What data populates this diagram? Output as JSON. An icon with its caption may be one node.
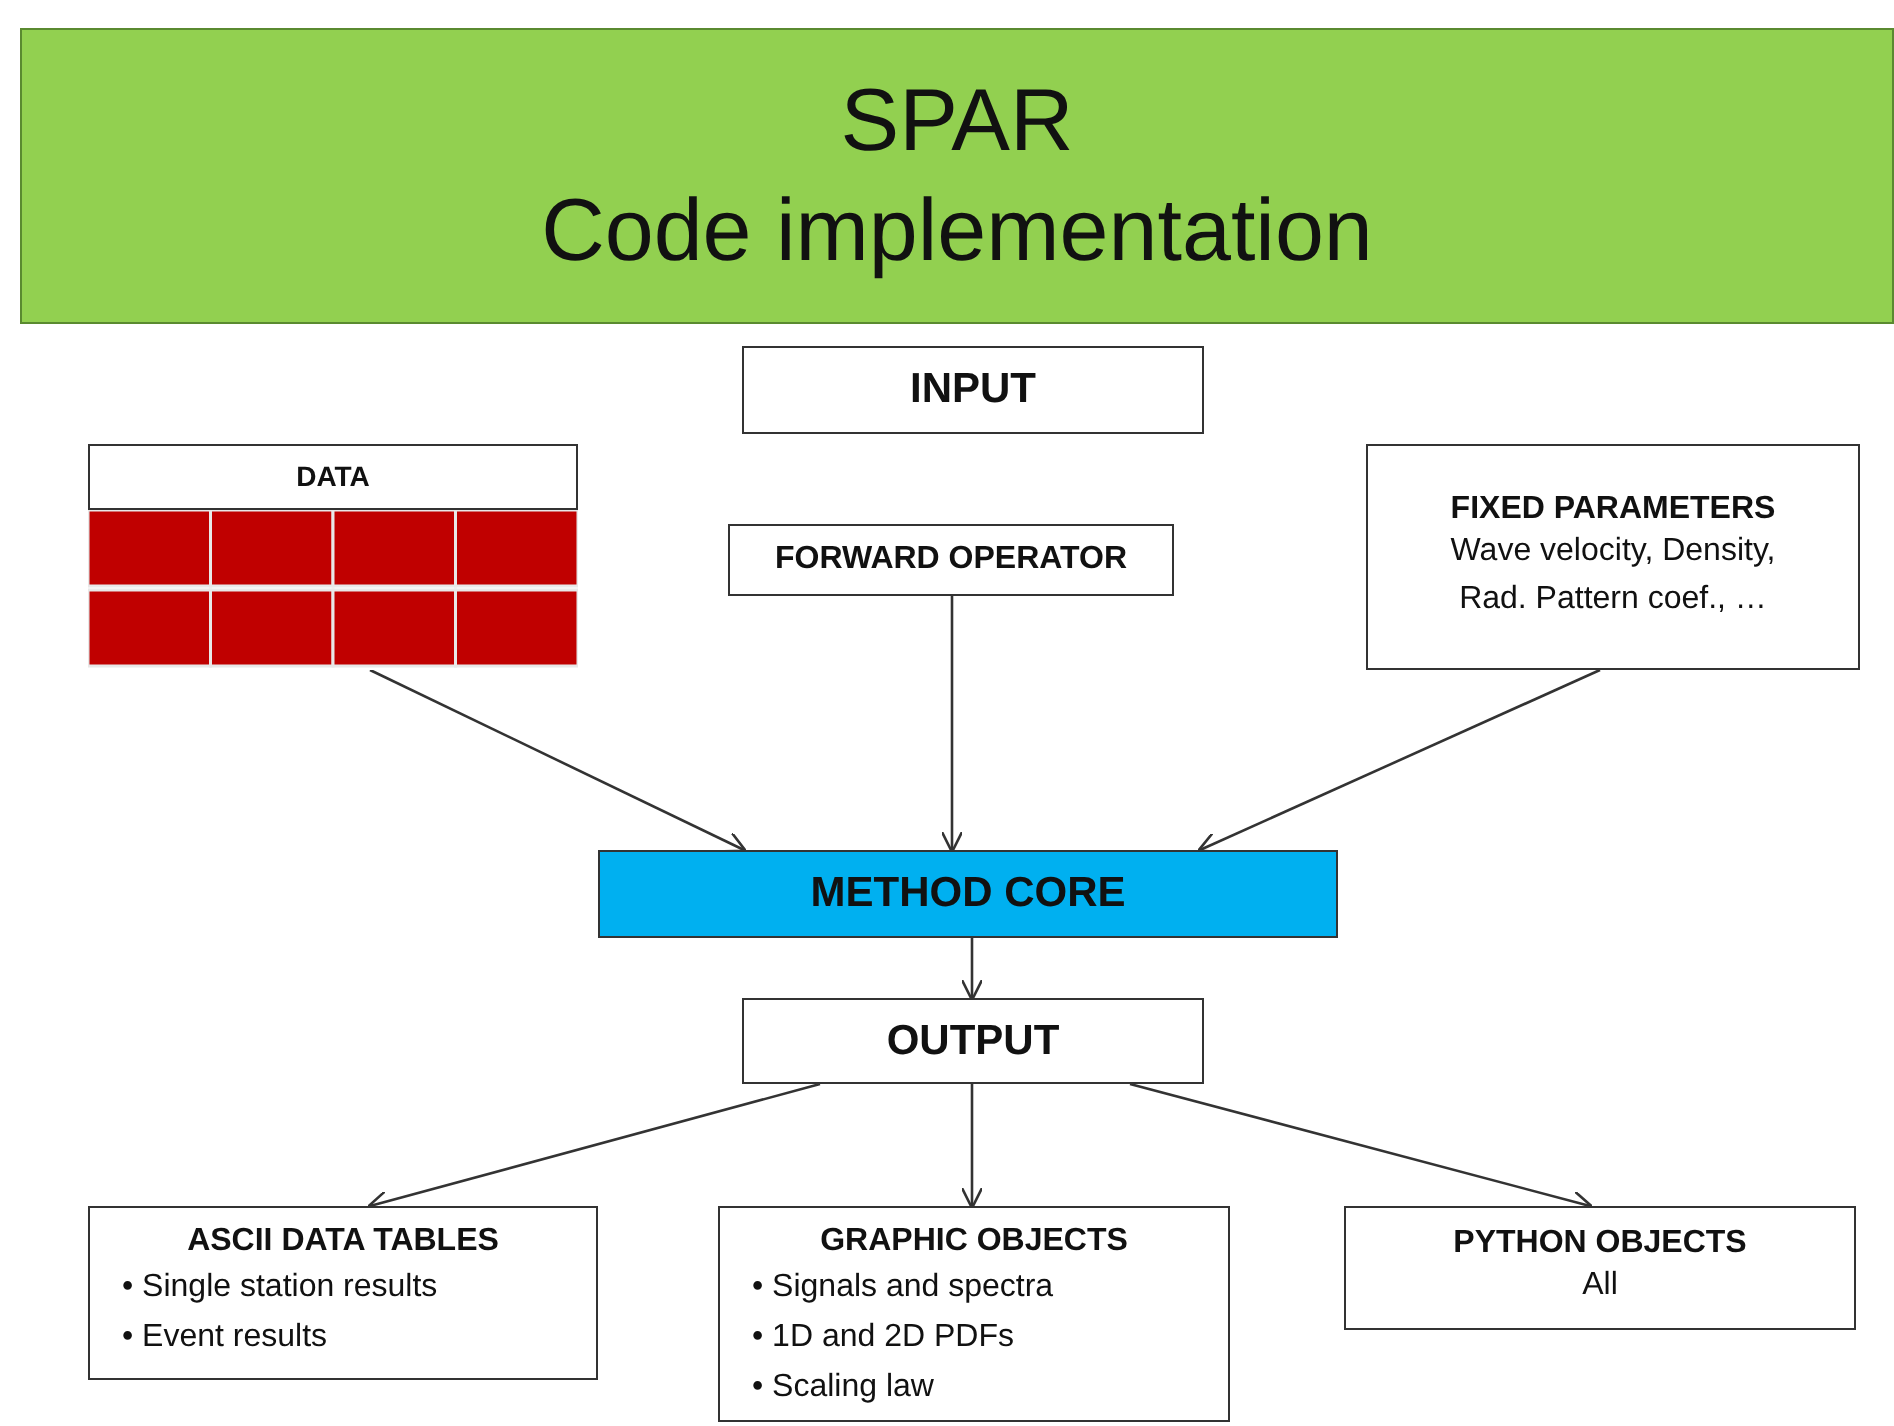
{
  "diagram": {
    "nodes": [
      {
        "text": [
          "SPAR",
          "Code implementation"
        ]
      },
      {
        "text": [
          "INPUT"
        ]
      },
      {
        "text": [
          "DATA"
        ]
      },
      {
        "text": [
          "FORWARD OPERATOR"
        ]
      },
      {
        "text": [
          "FIXED PARAMETERS",
          "Wave velocity, Density, Rad. Pattern coef., …"
        ]
      },
      {
        "text": [
          "METHOD CORE"
        ]
      },
      {
        "text": [
          "OUTPUT"
        ]
      },
      {
        "text": [
          "ASCII DATA TABLES",
          "• Single station results",
          "• Event results"
        ]
      },
      {
        "text": [
          "GRAPHIC OBJECTS",
          "• Signals and spectra",
          "• 1D and 2D PDFs",
          "• Scaling law"
        ]
      },
      {
        "text": [
          "PYTHON OBJECTS",
          "All"
        ]
      }
    ],
    "edges": [
      {
        "from": 2,
        "to": 5,
        "arrow": "to"
      },
      {
        "from": 3,
        "to": 5,
        "arrow": "to"
      },
      {
        "from": 4,
        "to": 5,
        "arrow": "to"
      },
      {
        "from": 5,
        "to": 6,
        "arrow": "to"
      },
      {
        "from": 6,
        "to": 7,
        "arrow": "to"
      },
      {
        "from": 6,
        "to": 8,
        "arrow": "to"
      },
      {
        "from": 6,
        "to": 9,
        "arrow": "to"
      }
    ]
  }
}
